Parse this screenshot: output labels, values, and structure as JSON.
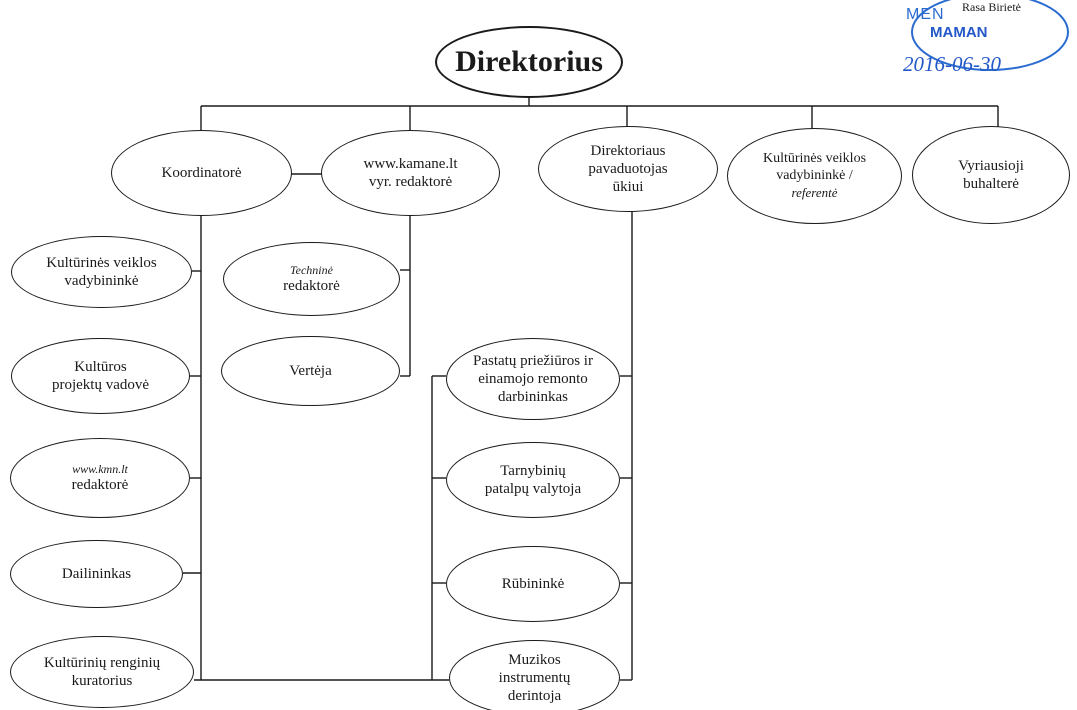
{
  "stamp": {
    "word": "MEN",
    "name": "Rasa Birietė",
    "signature": "MAMAN",
    "date": "2016-06-30"
  },
  "director": "Direktorius",
  "top_level": {
    "koordinatore": "Koordinatorė",
    "kamane": [
      "www.kamane.lt",
      "vyr. redaktorė"
    ],
    "pavaduotojas": [
      "Direktoriaus",
      "pavaduotojas",
      "ūkiui"
    ],
    "vadybininke_ref": [
      "Kultūrinės veiklos",
      "vadybininkė /",
      "referentė"
    ],
    "buhaltere": [
      "Vyriausioji",
      "buhalterė"
    ]
  },
  "koordinatore_staff": {
    "kulturines": [
      "Kultūrinės veiklos",
      "vadybininkė"
    ],
    "projektu": [
      "Kultūros",
      "projektų vadovė"
    ],
    "kmn": [
      "www.kmn.lt",
      "redaktorė"
    ],
    "dailininkas": "Dailininkas",
    "renginiu": [
      "Kultūrinių renginių",
      "kuratorius"
    ]
  },
  "kamane_staff": {
    "technine": [
      "Techninė",
      "redaktorė"
    ],
    "vertėja": "Vertėja"
  },
  "pavaduotojas_staff": {
    "pastatu": [
      "Pastatų priežiūros ir",
      "einamojo remonto",
      "darbininkas"
    ],
    "tarnybiniu": [
      "Tarnybinių",
      "patalpų valytoja"
    ],
    "rubininke": "Rūbininkė",
    "muzikos": [
      "Muzikos",
      "instrumentų",
      "derintoja"
    ]
  }
}
